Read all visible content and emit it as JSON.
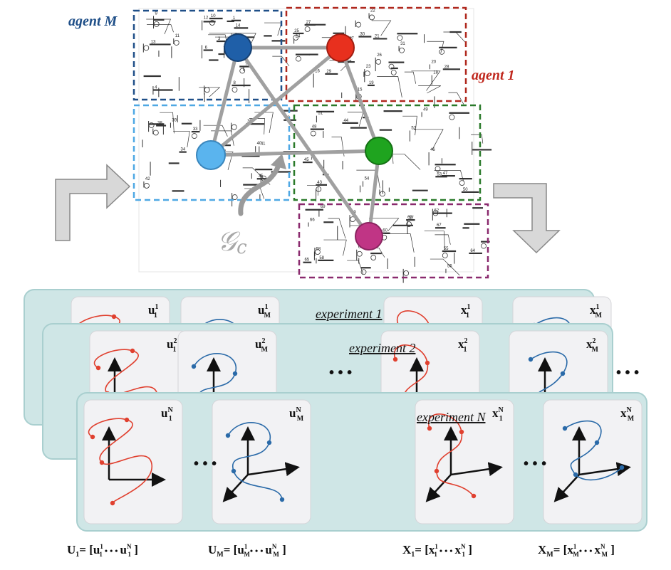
{
  "agents": {
    "agent_m_label": "agent M",
    "agent_1_label": "agent 1",
    "agent_m_color": "#1f5a99",
    "agent_1_color": "#c0281e"
  },
  "graph_label": "𝒢",
  "graph_label_sub": "c",
  "experiments": [
    {
      "title": "experiment 1",
      "u1": {
        "base": "u",
        "sub": "1",
        "sup": "1"
      },
      "uM": {
        "base": "u",
        "sub": "M",
        "sup": "1"
      },
      "x1": {
        "base": "x",
        "sub": "1",
        "sup": "1"
      },
      "xM": {
        "base": "x",
        "sub": "M",
        "sup": "1"
      }
    },
    {
      "title": "experiment 2",
      "u1": {
        "base": "u",
        "sub": "1",
        "sup": "2"
      },
      "uM": {
        "base": "u",
        "sub": "M",
        "sup": "2"
      },
      "x1": {
        "base": "x",
        "sub": "1",
        "sup": "2"
      },
      "xM": {
        "base": "x",
        "sub": "M",
        "sup": "2"
      }
    },
    {
      "title": "experiment N",
      "u1": {
        "base": "u",
        "sub": "1",
        "sup": "N"
      },
      "uM": {
        "base": "u",
        "sub": "M",
        "sup": "N"
      },
      "x1": {
        "base": "x",
        "sub": "1",
        "sup": "N"
      },
      "xM": {
        "base": "x",
        "sub": "M",
        "sup": "N"
      }
    }
  ],
  "dots": "• • •",
  "formulas": {
    "U1": {
      "lhs": "U",
      "lhs_sub": "1",
      "open": "= [",
      "a": "u",
      "a_sub": "1",
      "a_sup": "1",
      "mid": " • • • ",
      "b": "u",
      "b_sub": "1",
      "b_sup": "N",
      "close": " ]"
    },
    "UM": {
      "lhs": "U",
      "lhs_sub": "M",
      "open": "= [",
      "a": "u",
      "a_sub": "M",
      "a_sup": "1",
      "mid": "• • • ",
      "b": "u",
      "b_sub": "M",
      "b_sup": "N",
      "close": " ]"
    },
    "X1": {
      "lhs": "X",
      "lhs_sub": "1",
      "open": "= [",
      "a": "x",
      "a_sub": "1",
      "a_sup": "1",
      "mid": " • • • ",
      "b": "x",
      "b_sub": "1",
      "b_sup": "N",
      "close": " ]"
    },
    "XM": {
      "lhs": "X",
      "lhs_sub": "M",
      "open": "= [",
      "a": "x",
      "a_sub": "M",
      "a_sup": "1",
      "mid": "• • • ",
      "b": "x",
      "b_sub": "M",
      "b_sup": "N",
      "close": " ]"
    }
  },
  "colors": {
    "red_curve": "#e0402f",
    "blue_curve": "#2a6aa8",
    "panel_fill": "#cfe6e6",
    "plot_fill": "#f2f2f4",
    "node_dark_blue": "#1f5fa8",
    "node_red": "#e8301e",
    "node_light_blue": "#5ab4ee",
    "node_green": "#1fa41f",
    "node_magenta": "#c03585",
    "box_dark_blue": "#1f4f88",
    "box_red": "#b0281e",
    "box_light_blue": "#4ea8e4",
    "box_green": "#2a7a2a",
    "box_magenta": "#8a2a6e"
  }
}
